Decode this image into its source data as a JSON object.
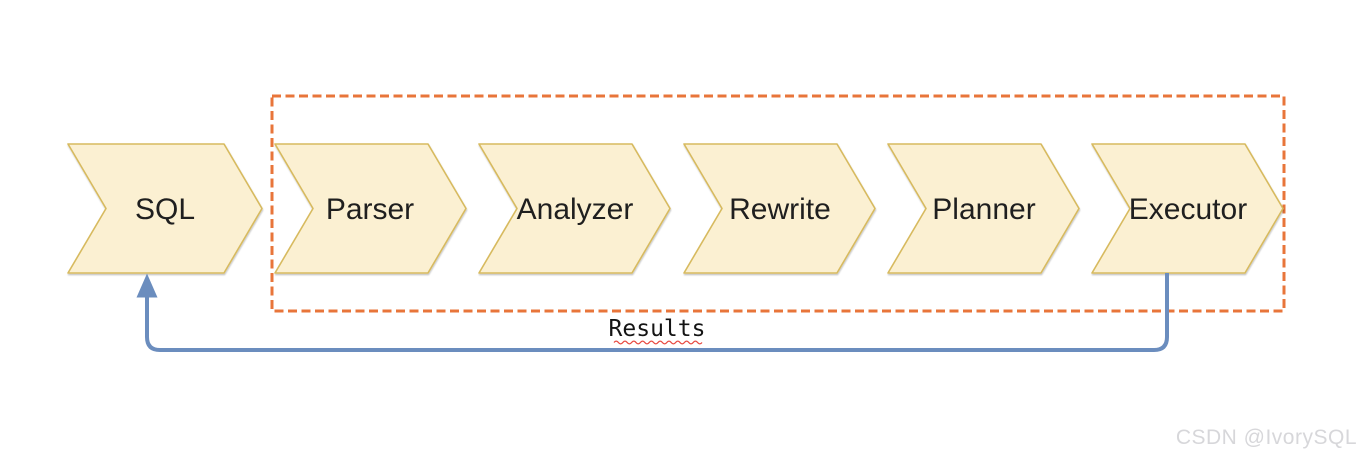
{
  "diagram": {
    "title_semantic": "SQL query processing pipeline",
    "stages": [
      {
        "label": "SQL"
      },
      {
        "label": "Parser"
      },
      {
        "label": "Analyzer"
      },
      {
        "label": "Rewrite"
      },
      {
        "label": "Planner"
      },
      {
        "label": "Executor"
      }
    ],
    "feedback": {
      "label": "Results",
      "from": "Executor",
      "to": "SQL"
    },
    "colors": {
      "stage_fill": "#fbf0d2",
      "stage_stroke": "#d7ba5e",
      "stage_label_text": "#1f1f1f",
      "boundary_dash": "#e8753a",
      "feedback_arrow": "#6b8dbe",
      "spellcheck_squiggle": "#e84b43",
      "results_text": "#141414",
      "watermark_text": "#d7d7da"
    }
  },
  "watermark": {
    "text": "CSDN @IvorySQL"
  }
}
